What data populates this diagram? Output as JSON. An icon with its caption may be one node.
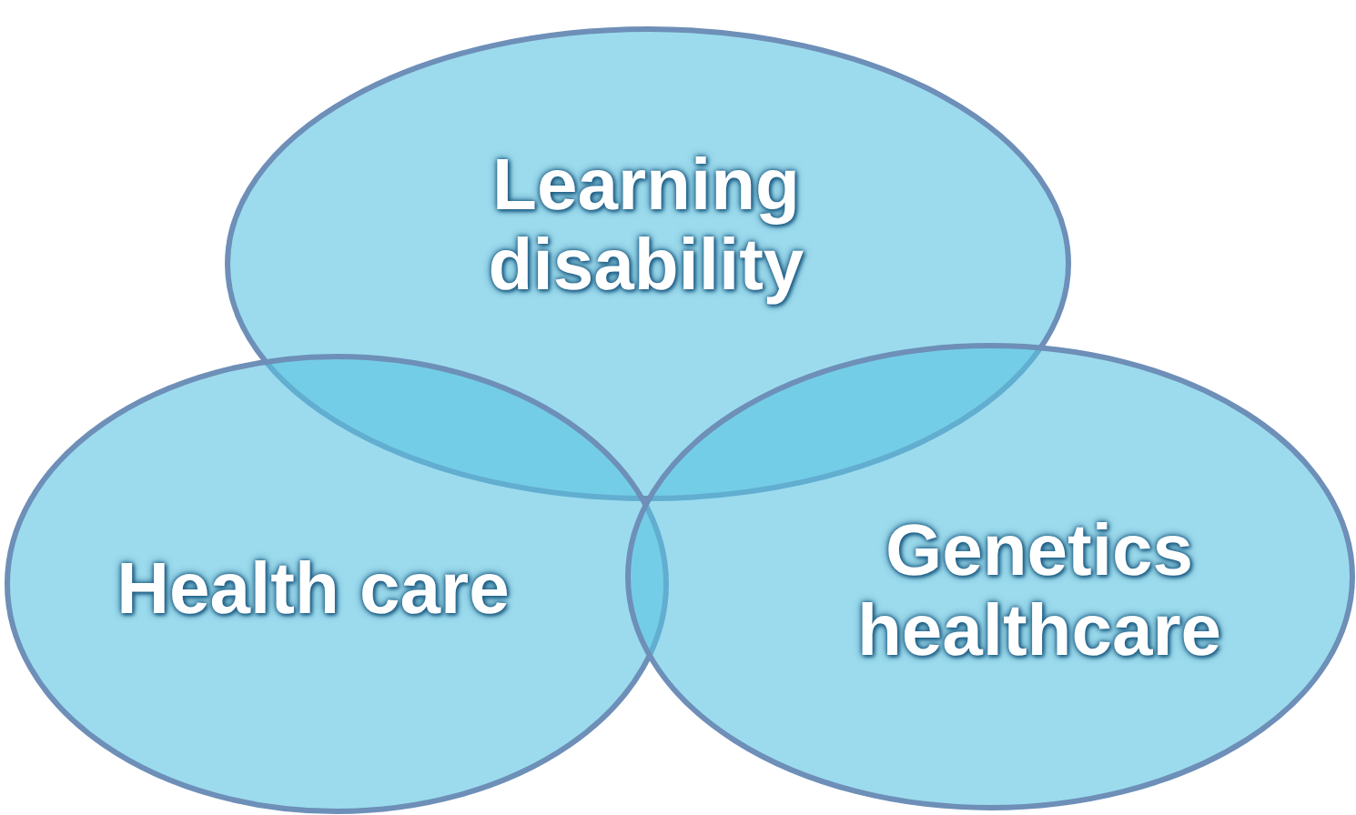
{
  "diagram": {
    "nodes": [
      {
        "text": [
          "Learning disability"
        ]
      },
      {
        "text": [
          "Health care"
        ]
      },
      {
        "text": [
          "Genetics healthcare"
        ]
      }
    ]
  }
}
